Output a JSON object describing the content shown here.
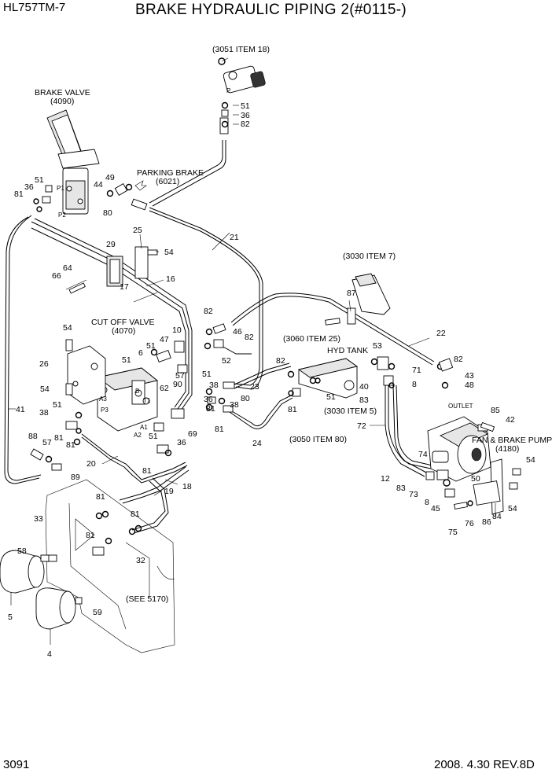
{
  "header": {
    "model": "HL757TM-7",
    "title": "BRAKE HYDRAULIC PIPING 2(#0115-)"
  },
  "footer": {
    "page": "3091",
    "date_rev": "2008. 4.30  REV.8D"
  },
  "annotations": {
    "ref_3051": "(3051 ITEM 18)",
    "brake_valve": "BRAKE VALVE",
    "brake_valve_ref": "(4090)",
    "parking_brake": "PARKING BRAKE",
    "parking_brake_ref": "(6021)",
    "ref_3030_item7": "(3030 ITEM 7)",
    "cut_off_valve": "CUT OFF VALVE",
    "cut_off_valve_ref": "(4070)",
    "ref_3060": "(3060 ITEM 25)",
    "hyd_tank": "HYD TANK",
    "ref_3030_item5": "(3030   ITEM 5)",
    "ref_3050": "(3050   ITEM 80)",
    "outlet": "OUTLET",
    "fan_brake_pump": "FAN & BRAKE PUMP",
    "fan_brake_pump_ref": "(4180)",
    "see_5170": "(SEE 5170)"
  },
  "part_numbers": {
    "p51a": "51",
    "p36a": "36",
    "p82a": "82",
    "p81a": "81",
    "p36b": "36",
    "p51b": "51",
    "p44": "44",
    "p49": "49",
    "p80a": "80",
    "p21": "21",
    "p29": "29",
    "p25": "25",
    "p54a": "54",
    "p64": "64",
    "p66": "66",
    "p16": "16",
    "p17": "17",
    "p87": "87",
    "p22": "22",
    "p54b": "54",
    "p26": "26",
    "p54c": "54",
    "p10": "10",
    "p47": "47",
    "p51c": "51",
    "p6": "6",
    "p51d": "51",
    "p57a": "57",
    "p62": "62",
    "p90": "90",
    "p82b": "82",
    "p46": "46",
    "p82c": "82",
    "p52": "52",
    "p82d": "82",
    "p23": "23",
    "p51e": "51",
    "p38a": "38",
    "p80b": "80",
    "p36c": "36",
    "p81b": "81",
    "p38b": "38",
    "p81c": "81",
    "p69": "69",
    "p41": "41",
    "p51f": "51",
    "p38c": "38",
    "p88": "88",
    "p57b": "57",
    "p81d": "81",
    "p81e": "81",
    "p20": "20",
    "p51g": "51",
    "p36d": "36",
    "p81f": "81",
    "p18": "18",
    "p89": "89",
    "p19": "19",
    "p81g": "81",
    "p81h": "81",
    "p33": "33",
    "p81i": "81",
    "p58": "58",
    "p32": "32",
    "p59": "59",
    "p5": "5",
    "p4": "4",
    "p53": "53",
    "p82e": "82",
    "p71": "71",
    "p43": "43",
    "p40": "40",
    "p8a": "8",
    "p48": "48",
    "p83a": "83",
    "p51h": "51",
    "p81j": "81",
    "p24": "24",
    "p72": "72",
    "p85": "85",
    "p42": "42",
    "p74": "74",
    "p54d": "54",
    "p12": "12",
    "p50": "50",
    "p83b": "83",
    "p73": "73",
    "p8b": "8",
    "p54e": "54",
    "p45": "45",
    "p76": "76",
    "p86": "86",
    "p84": "84",
    "p75": "75",
    "port_p": "P",
    "port_p1": "P1",
    "port_p2": "P2",
    "port_a3": "A3",
    "port_p3": "P3",
    "port_a1": "A1",
    "port_a2": "A2",
    "port_t1": "T1",
    "port_b": "B"
  }
}
